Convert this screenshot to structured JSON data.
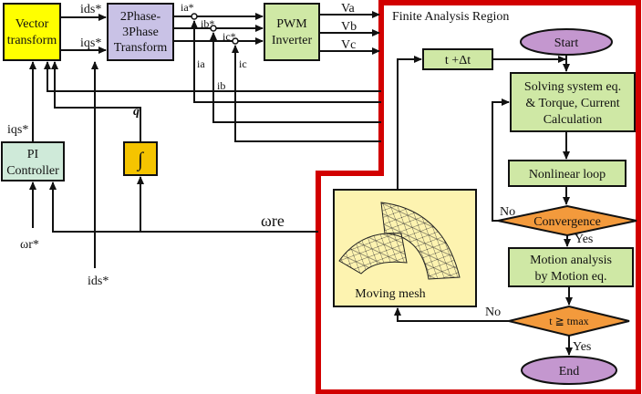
{
  "colors": {
    "yellow_block": "#ffff00",
    "lavender_block": "#c9c2e6",
    "green_block": "#cfe8a5",
    "mint_block": "#cfead9",
    "integrator_block": "#f5c400",
    "orange_diamond": "#f39a3c",
    "purple_oval": "#c497cf",
    "mesh_panel": "#fdf3b0",
    "region_border": "#d20000"
  },
  "blocks": {
    "vector_transform": [
      "Vector",
      "transform"
    ],
    "phase_transform": [
      "2Phase-",
      "3Phase",
      "Transform"
    ],
    "pwm_inverter": [
      "PWM",
      "Inverter"
    ],
    "pi_controller": [
      "PI",
      "Controller"
    ],
    "integrator": "∫",
    "time_step": "t +Δt",
    "start": "Start",
    "solving": [
      "Solving system eq.",
      "& Torque, Current",
      "Calculation"
    ],
    "nonlinear": "Nonlinear loop",
    "convergence": "Convergence",
    "motion": [
      "Motion analysis",
      "by Motion eq."
    ],
    "time_check": "t ≧ tmax",
    "end": "End",
    "moving_mesh": "Moving mesh"
  },
  "region_title": "Finite Analysis Region",
  "signals": {
    "ids_star": "ids*",
    "iqs_star": "iqs*",
    "ia_star": "ia*",
    "ib_star": "ib*",
    "ic_star": "ic*",
    "va": "Va",
    "vb": "Vb",
    "vc": "Vc",
    "ia": "ia",
    "ib": "ib",
    "ic": "ic",
    "iqs": "iqs*",
    "q": "q",
    "omega_re": "ωre",
    "omega_r": "ωr*",
    "ids_bottom": "ids*",
    "no1": "No",
    "yes1": "Yes",
    "no2": "No",
    "yes2": "Yes"
  }
}
